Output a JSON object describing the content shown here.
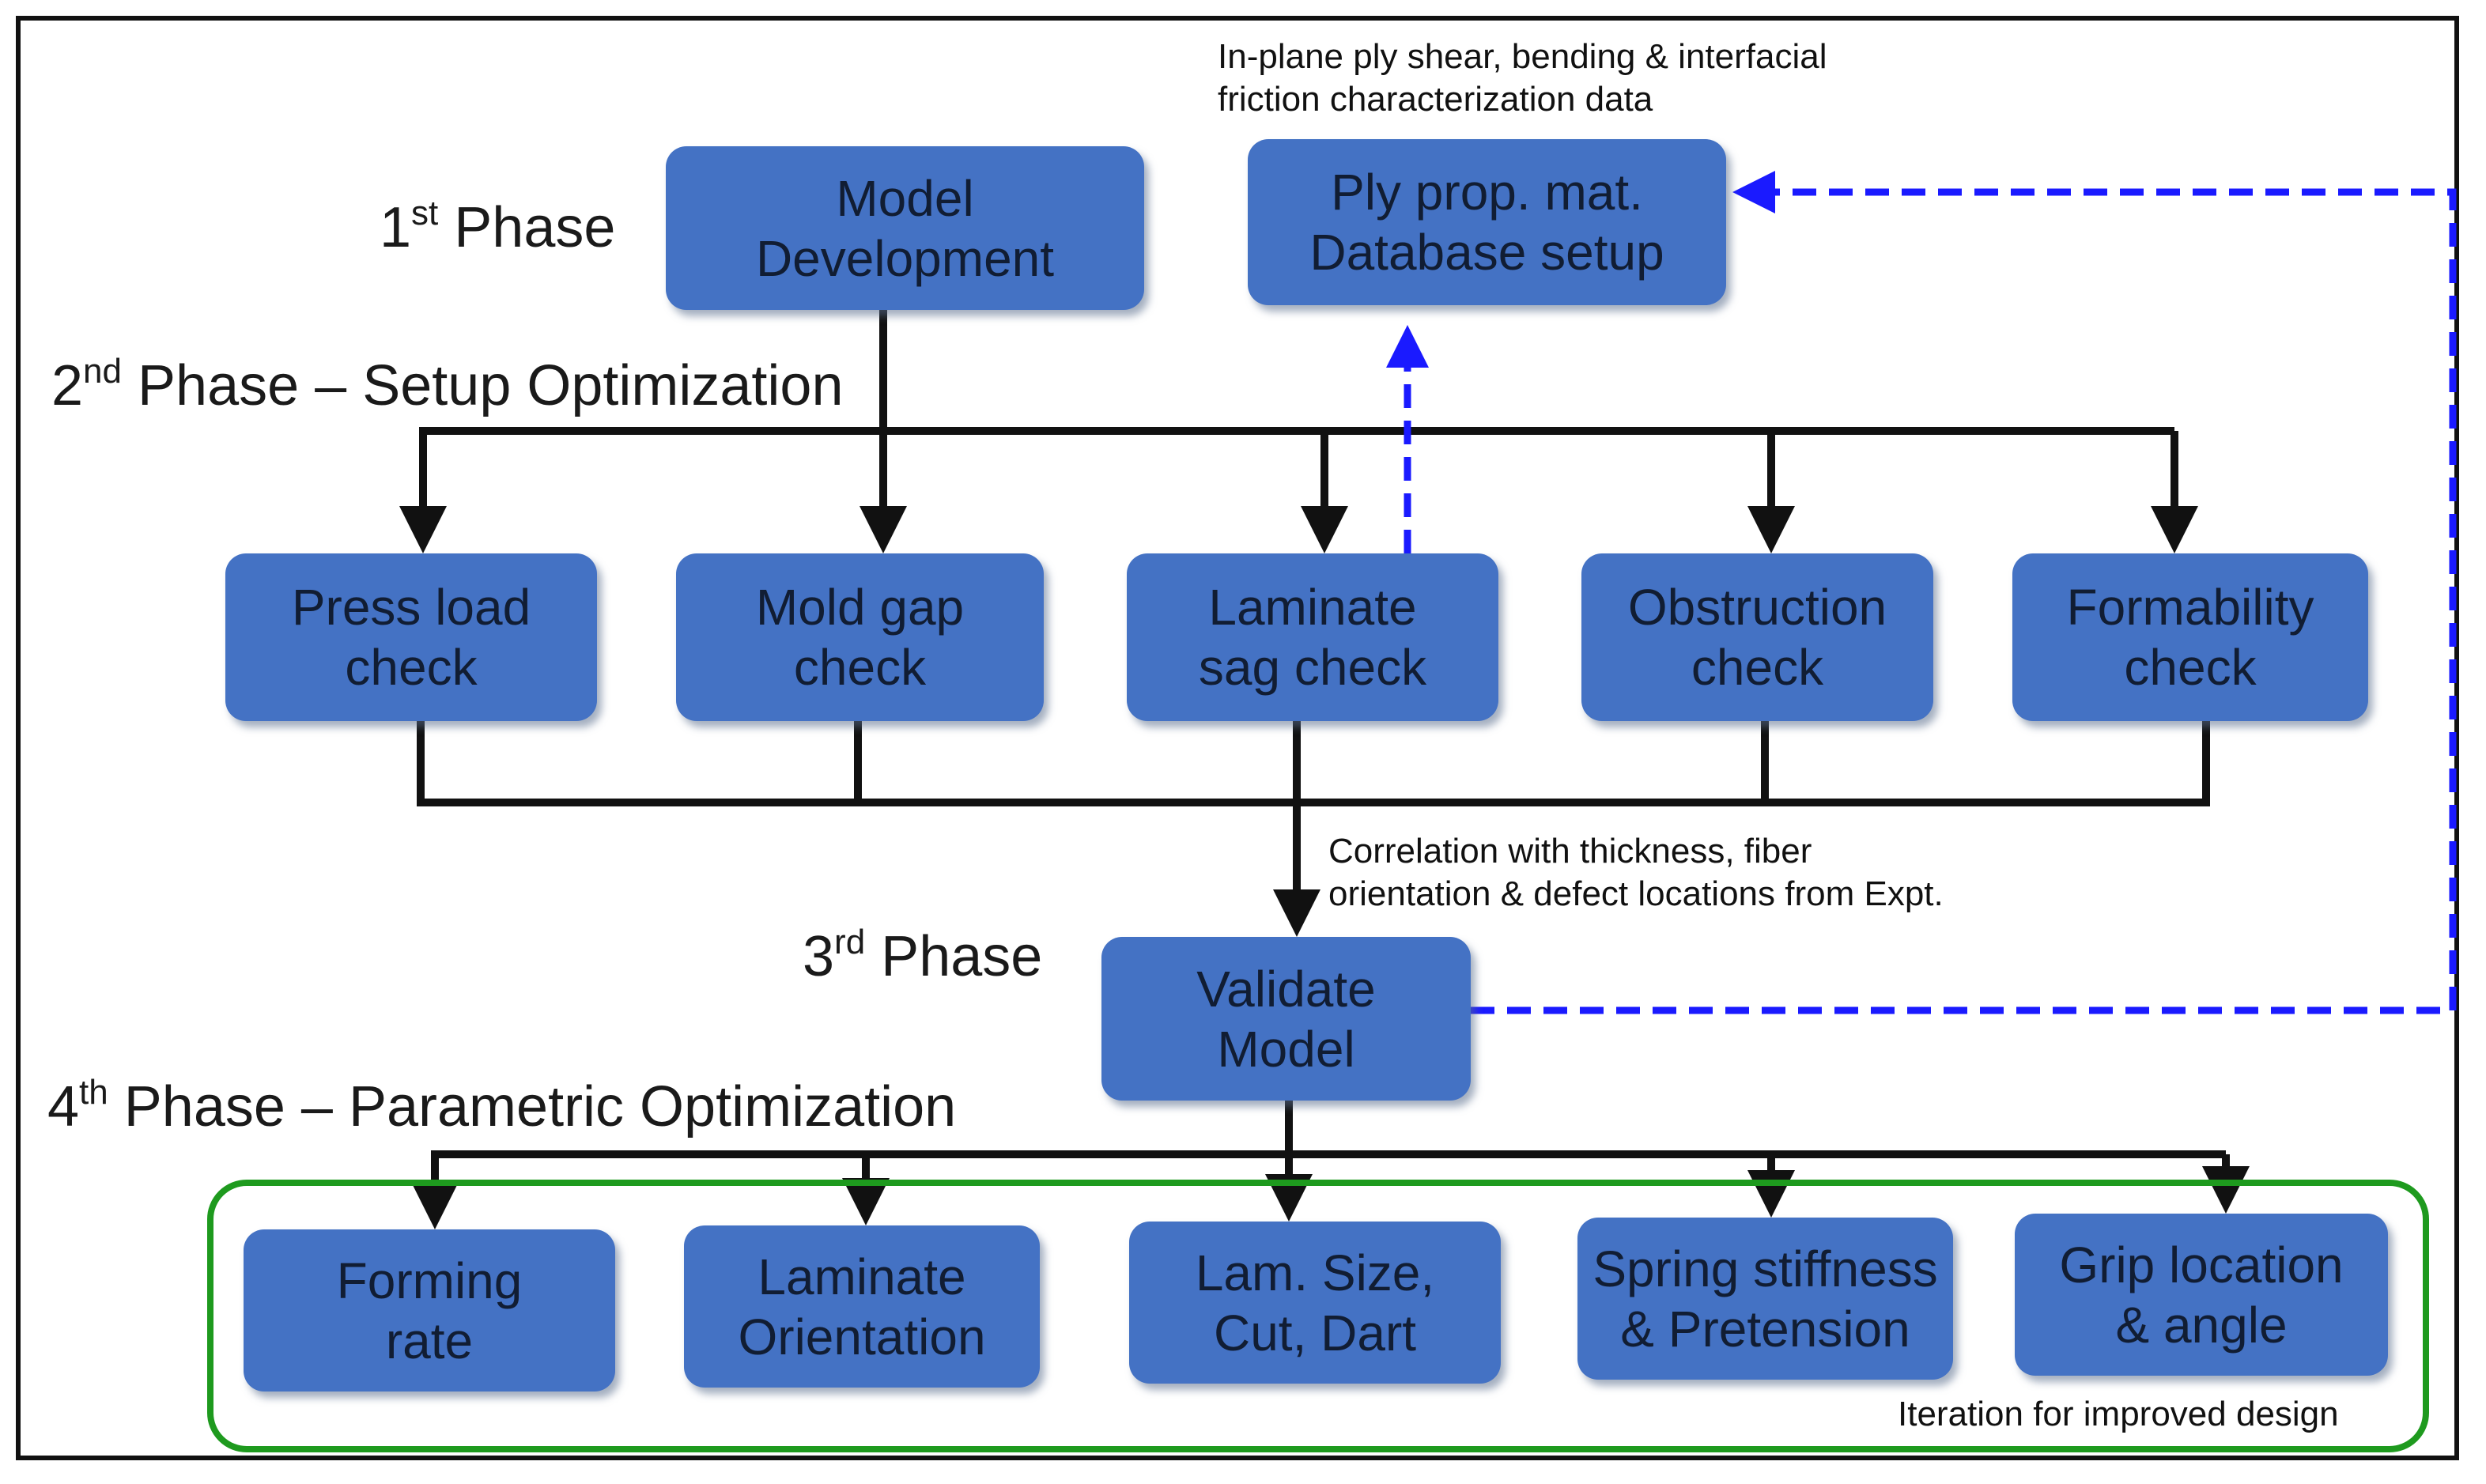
{
  "phases": {
    "phase1": {
      "ordinal": "1",
      "suffix": "st",
      "label": " Phase"
    },
    "phase2": {
      "ordinal": "2",
      "suffix": "nd",
      "label": " Phase – Setup Optimization"
    },
    "phase3": {
      "ordinal": "3",
      "suffix": "rd",
      "label": " Phase"
    },
    "phase4": {
      "ordinal": "4",
      "suffix": "th",
      "label": " Phase – Parametric Optimization"
    }
  },
  "boxes": {
    "model_development": "Model\nDevelopment",
    "ply_database": "Ply prop. mat.\nDatabase setup",
    "press_load": "Press load\ncheck",
    "mold_gap": "Mold gap\ncheck",
    "laminate_sag": "Laminate\nsag check",
    "obstruction": "Obstruction\ncheck",
    "formability": "Formability\ncheck",
    "validate_model": "Validate\nModel",
    "forming_rate": "Forming\nrate",
    "laminate_orientation": "Laminate\nOrientation",
    "lam_size": "Lam. Size,\nCut, Dart",
    "spring_stiffness": "Spring stiffness\n& Pretension",
    "grip_location": "Grip location\n& angle"
  },
  "notes": {
    "characterization_line1": "In-plane ply shear, bending & interfacial",
    "characterization_line2": "friction characterization data",
    "correlation_line1": "Correlation with thickness, fiber",
    "correlation_line2": "orientation & defect locations from Expt.",
    "iteration": "Iteration for improved design"
  },
  "colors": {
    "box_fill": "#4472c4",
    "connector": "#111111",
    "feedback_dashed": "#1a1aff",
    "group_border": "#1e9a1e"
  }
}
